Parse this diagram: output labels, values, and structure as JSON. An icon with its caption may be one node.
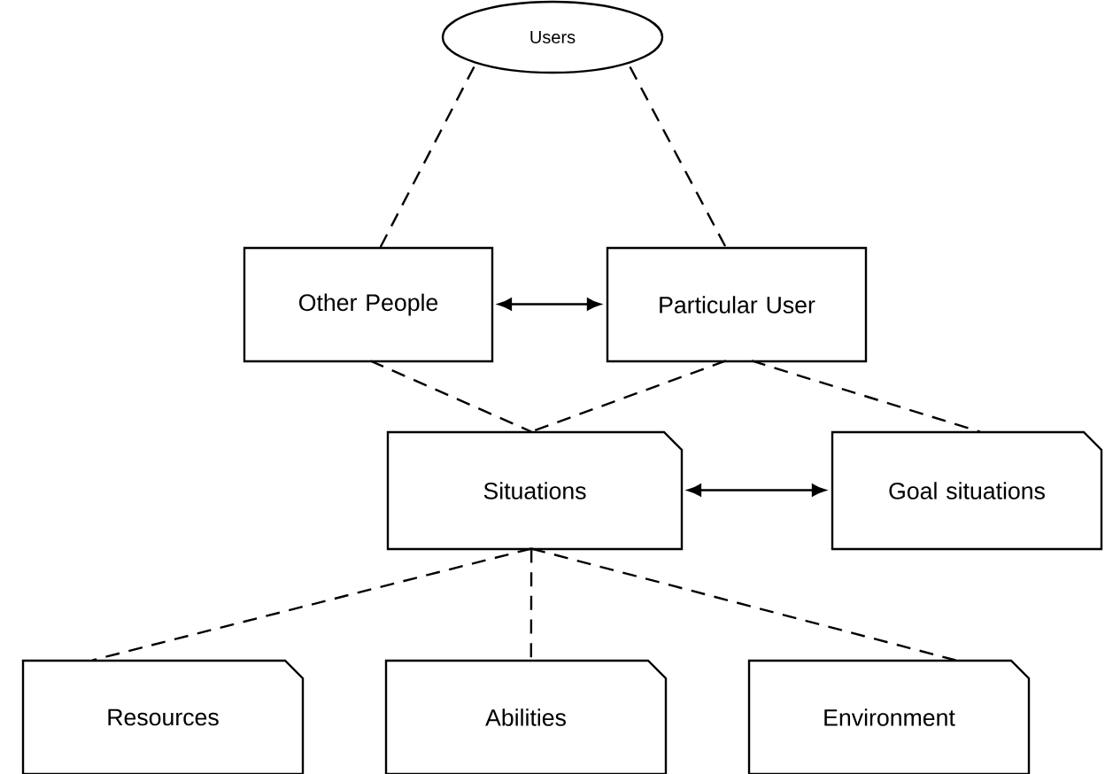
{
  "diagram": {
    "nodes": [
      {
        "text": [
          "Users"
        ]
      },
      {
        "text": [
          "Other People"
        ]
      },
      {
        "text": [
          "Particular User"
        ]
      },
      {
        "text": [
          "Situations"
        ]
      },
      {
        "text": [
          "Goal situations"
        ]
      },
      {
        "text": [
          "Resources"
        ]
      },
      {
        "text": [
          "Abilities"
        ]
      },
      {
        "text": [
          "Environment"
        ]
      }
    ],
    "edges": [
      {
        "from": 0,
        "to": 1,
        "arrow": "none",
        "style": "dashed"
      },
      {
        "from": 0,
        "to": 2,
        "arrow": "none",
        "style": "dashed"
      },
      {
        "from": 1,
        "to": 2,
        "arrow": "both"
      },
      {
        "from": 1,
        "to": 3,
        "arrow": "none",
        "style": "dashed"
      },
      {
        "from": 2,
        "to": 3,
        "arrow": "none",
        "style": "dashed"
      },
      {
        "from": 2,
        "to": 4,
        "arrow": "none",
        "style": "dashed"
      },
      {
        "from": 3,
        "to": 4,
        "arrow": "both"
      },
      {
        "from": 3,
        "to": 5,
        "arrow": "none",
        "style": "dashed"
      },
      {
        "from": 3,
        "to": 6,
        "arrow": "none",
        "style": "dashed"
      },
      {
        "from": 3,
        "to": 7,
        "arrow": "none",
        "style": "dashed"
      }
    ]
  }
}
